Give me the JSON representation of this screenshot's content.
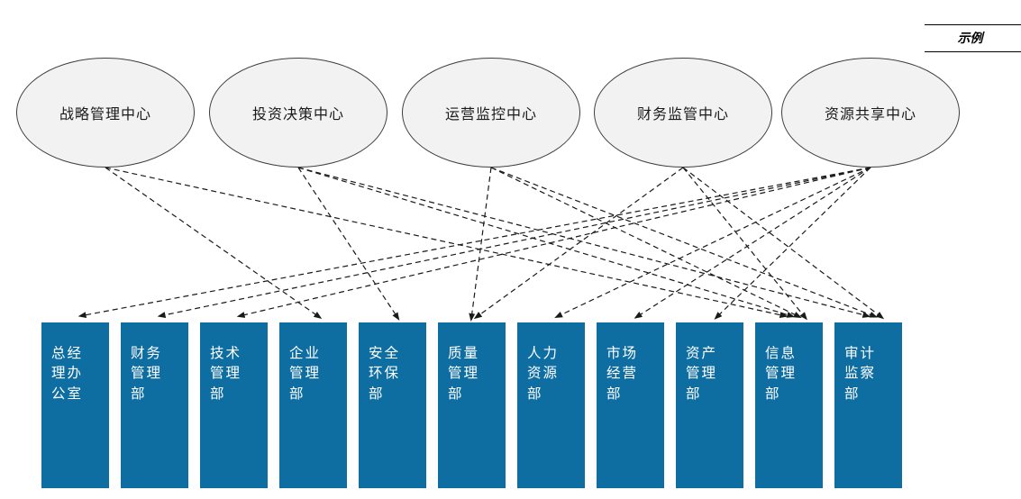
{
  "legend_tag": "示例",
  "centers": [
    {
      "id": "strategic-management-center",
      "label": "战略管理中心"
    },
    {
      "id": "investment-decision-center",
      "label": "投资决策中心"
    },
    {
      "id": "operations-monitoring-center",
      "label": "运营监控中心"
    },
    {
      "id": "financial-supervision-center",
      "label": "财务监管中心"
    },
    {
      "id": "resource-sharing-center",
      "label": "资源共享中心"
    }
  ],
  "departments": [
    {
      "id": "general-manager-office",
      "label": "总经理办公室",
      "lines": [
        "总经",
        "理办",
        "公室"
      ]
    },
    {
      "id": "finance-management-dept",
      "label": "财务管理部",
      "lines": [
        "财务",
        "管理",
        "部"
      ]
    },
    {
      "id": "technology-management-dept",
      "label": "技术管理部",
      "lines": [
        "技术",
        "管理",
        "部"
      ]
    },
    {
      "id": "enterprise-management-dept",
      "label": "企业管理部",
      "lines": [
        "企业",
        "管理",
        "部"
      ]
    },
    {
      "id": "safety-environment-dept",
      "label": "安全环保部",
      "lines": [
        "安全",
        "环保",
        "部"
      ]
    },
    {
      "id": "quality-management-dept",
      "label": "质量管理部",
      "lines": [
        "质量",
        "管理",
        "部"
      ]
    },
    {
      "id": "human-resources-dept",
      "label": "人力资源部",
      "lines": [
        "人力",
        "资源",
        "部"
      ]
    },
    {
      "id": "market-operations-dept",
      "label": "市场经营部",
      "lines": [
        "市场",
        "经营",
        "部"
      ]
    },
    {
      "id": "asset-management-dept",
      "label": "资产管理部",
      "lines": [
        "资产",
        "管理",
        "部"
      ]
    },
    {
      "id": "information-management-dept",
      "label": "信息管理部",
      "lines": [
        "信息",
        "管理",
        "部"
      ]
    },
    {
      "id": "audit-supervision-dept",
      "label": "审计监察部",
      "lines": [
        "审计",
        "监察",
        "部"
      ]
    }
  ],
  "connections": [
    {
      "from": 0,
      "to": 3
    },
    {
      "from": 0,
      "to": 9
    },
    {
      "from": 1,
      "to": 4
    },
    {
      "from": 1,
      "to": 9
    },
    {
      "from": 1,
      "to": 10
    },
    {
      "from": 2,
      "to": 5
    },
    {
      "from": 2,
      "to": 9
    },
    {
      "from": 2,
      "to": 10
    },
    {
      "from": 3,
      "to": 5
    },
    {
      "from": 3,
      "to": 9
    },
    {
      "from": 3,
      "to": 10
    },
    {
      "from": 4,
      "to": 0
    },
    {
      "from": 4,
      "to": 1
    },
    {
      "from": 4,
      "to": 2
    },
    {
      "from": 4,
      "to": 6
    },
    {
      "from": 4,
      "to": 7
    },
    {
      "from": 4,
      "to": 8
    }
  ],
  "colors": {
    "department_fill": "#0E6EA2",
    "department_text": "#FFFFFF",
    "ellipse_fill": "#F2F2F2",
    "ellipse_border": "#3F3F3F",
    "arrow": "#1A1A1A"
  }
}
